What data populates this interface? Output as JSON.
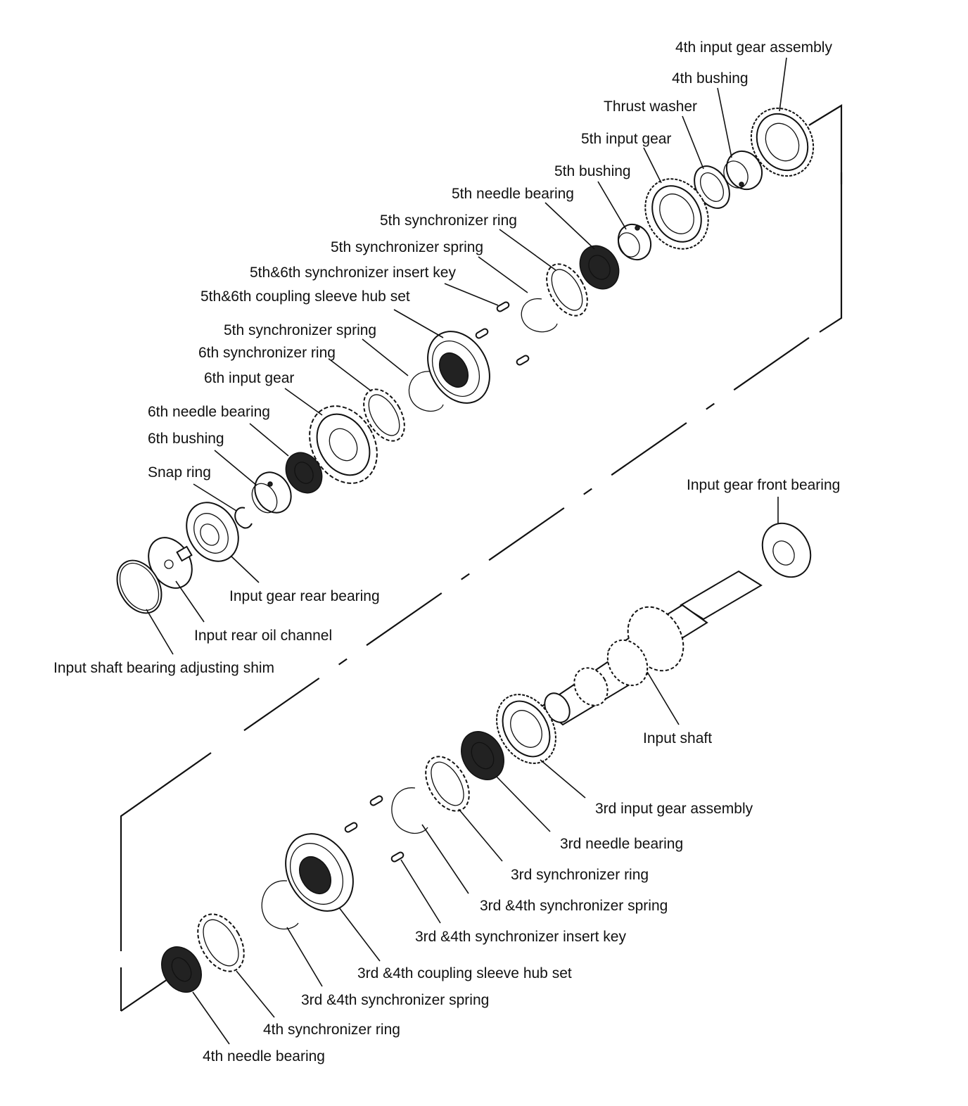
{
  "labels": {
    "gear4_assy": "4th input gear assembly",
    "bushing4": "4th bushing",
    "thrust_washer": "Thrust washer",
    "gear5": "5th input gear",
    "bushing5": "5th bushing",
    "needle5": "5th needle bearing",
    "sync_ring5": "5th synchronizer ring",
    "sync_spring5_top": "5th synchronizer spring",
    "insert_key56": "5th&6th synchronizer insert key",
    "hub56": "5th&6th coupling sleeve hub set",
    "sync_spring5_low": "5th synchronizer spring",
    "sync_ring6": "6th synchronizer ring",
    "gear6": "6th input gear",
    "needle6": "6th needle bearing",
    "bushing6": "6th bushing",
    "snap_ring": "Snap ring",
    "rear_bearing": "Input gear rear bearing",
    "oil_channel": "Input rear oil channel",
    "shim": "Input shaft bearing adjusting shim",
    "front_bearing": "Input gear front bearing",
    "input_shaft": "Input shaft",
    "gear3_assy": "3rd input gear assembly",
    "needle3": "3rd needle bearing",
    "sync_ring3": "3rd synchronizer ring",
    "spring34_a": "3rd &4th synchronizer spring",
    "insert_key34": "3rd &4th synchronizer insert key",
    "hub34": "3rd &4th coupling sleeve hub set",
    "spring34_b": "3rd &4th synchronizer spring",
    "sync_ring4": "4th synchronizer ring",
    "needle4": "4th needle bearing"
  }
}
